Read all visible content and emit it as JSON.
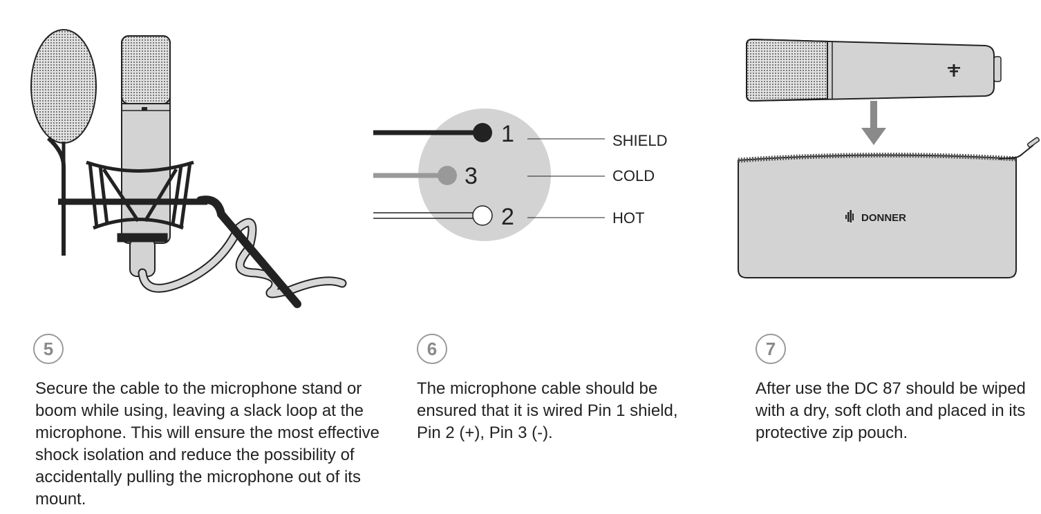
{
  "steps": [
    {
      "number": "5",
      "text": "Secure the cable to the microphone stand or boom while using, leaving a slack loop at the microphone. This will ensure the most effective shock isolation and reduce the possibility of accidentally pulling the microphone out of its mount."
    },
    {
      "number": "6",
      "text": "The microphone cable should be ensured that it is wired Pin 1 shield, Pin 2 (+), Pin 3 (-)."
    },
    {
      "number": "7",
      "text": "After use the DC 87 should be wiped with a dry, soft cloth and placed in its protective zip pouch."
    }
  ],
  "xlr_diagram": {
    "pins": [
      {
        "number": "1",
        "label": "SHIELD"
      },
      {
        "number": "3",
        "label": "COLD"
      },
      {
        "number": "2",
        "label": "HOT"
      }
    ]
  },
  "pouch": {
    "brand": "DONNER"
  },
  "colors": {
    "badge": "#9a9a9a",
    "illustration_gray": "#d3d3d3",
    "outline": "#222222"
  }
}
